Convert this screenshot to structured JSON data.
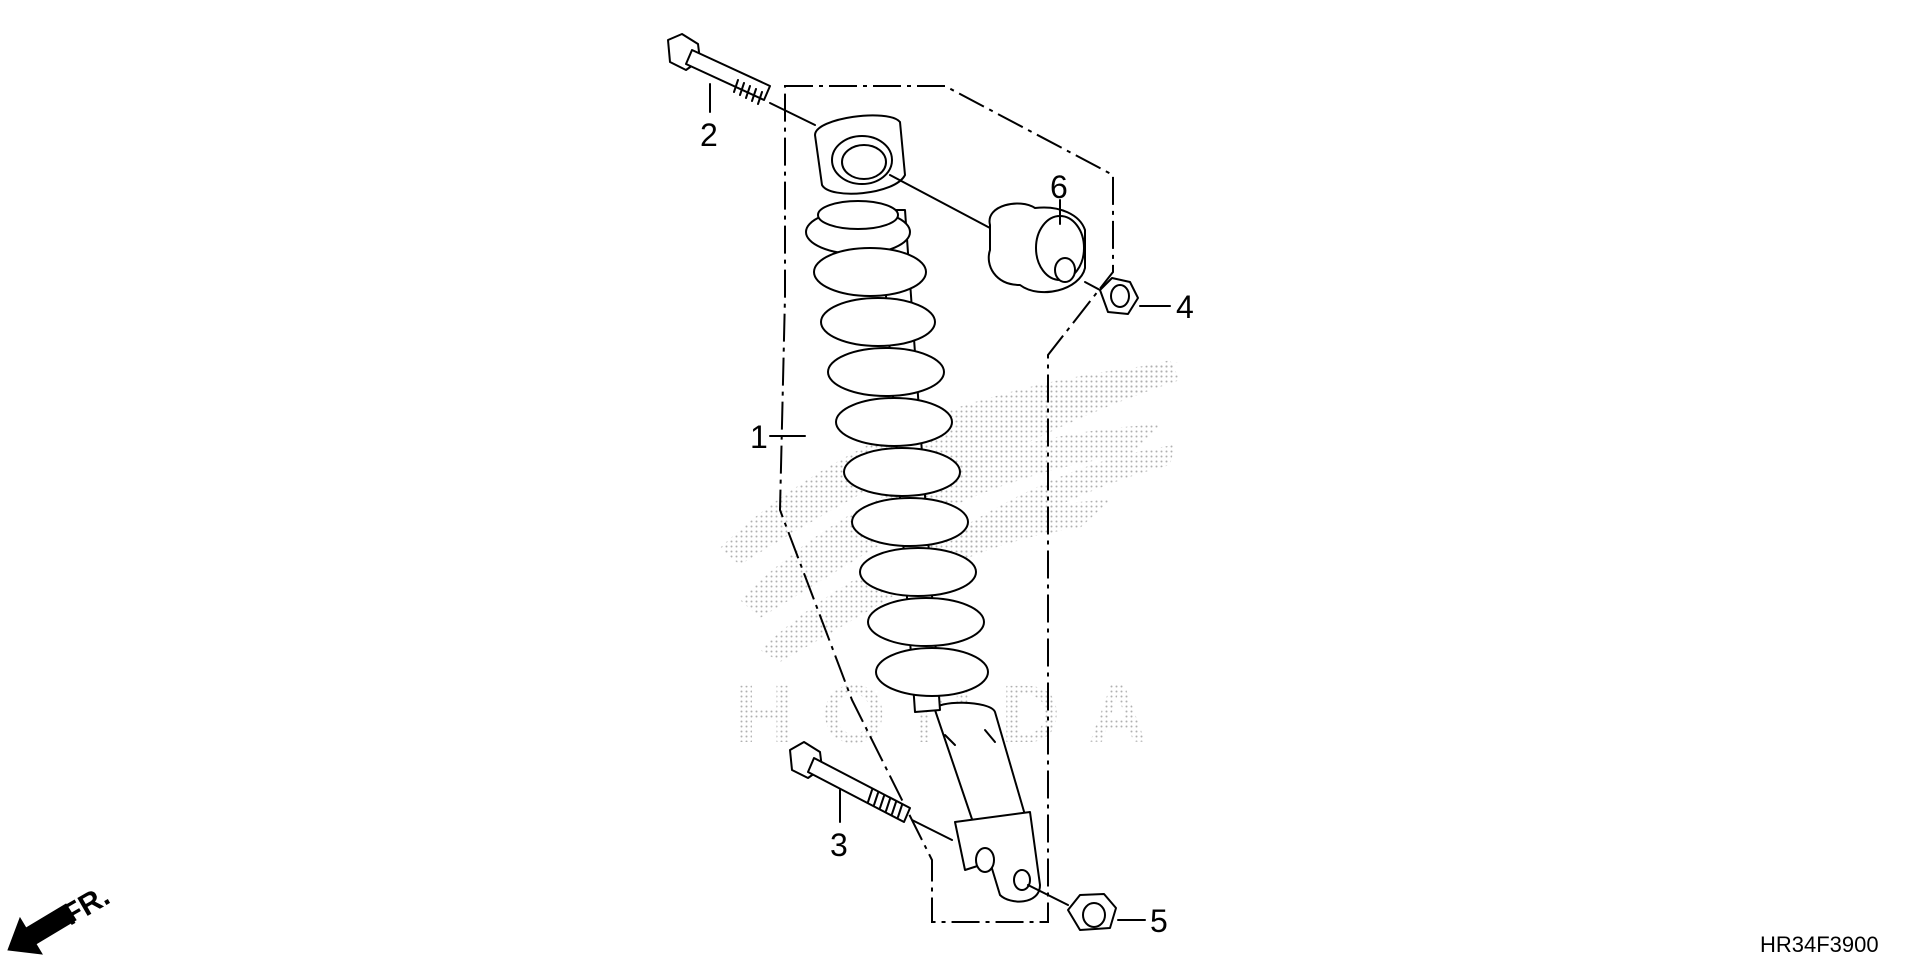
{
  "diagram": {
    "watermark_text": "HONDA",
    "direction_label": "FR.",
    "drawing_code": "HR34F3900",
    "callouts": [
      "1",
      "2",
      "3",
      "4",
      "5",
      "6"
    ],
    "parts": {
      "1": "rear-shock-absorber",
      "2": "upper-flange-bolt",
      "3": "lower-flange-bolt",
      "4": "upper-flange-nut",
      "5": "lower-flange-nut",
      "6": "rubber-bushing"
    }
  }
}
